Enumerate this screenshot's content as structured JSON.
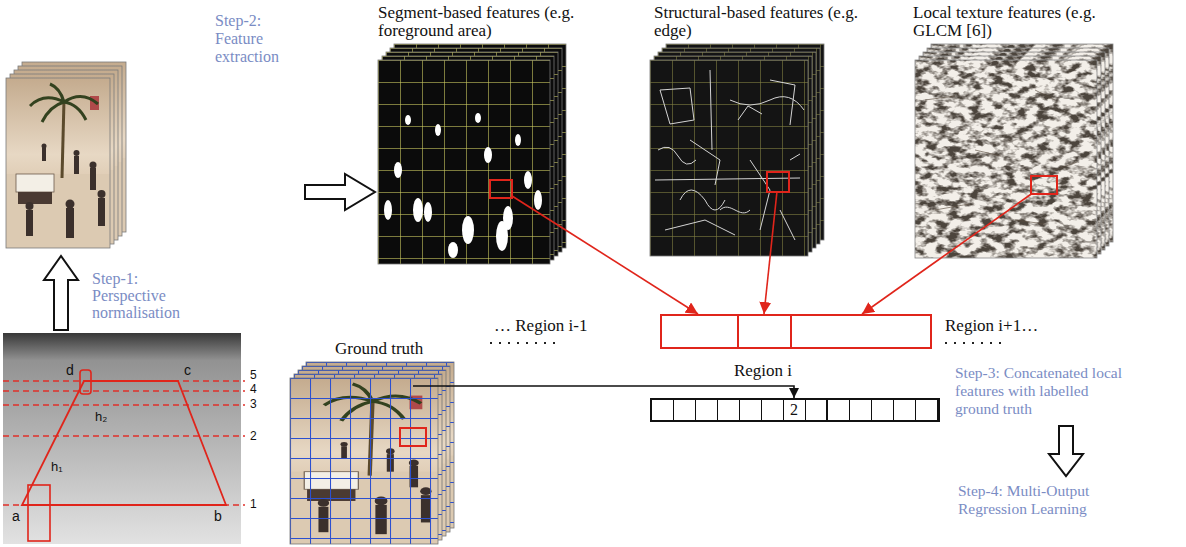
{
  "diagram": {
    "nodes": [
      {
        "text": [
          "Segment-based features (e.g. foreground area)"
        ]
      },
      {
        "text": [
          "Structural-based features (e.g. edge)"
        ]
      },
      {
        "text": [
          "Local texture features (e.g. GLCM [6])"
        ]
      },
      {
        "text": [
          "Ground truth"
        ]
      },
      {
        "text": [
          "Region i"
        ]
      },
      {
        "text": [
          "2"
        ]
      }
    ],
    "edges": [
      {
        "from": 0,
        "to": 4,
        "arrow": "to"
      },
      {
        "from": 1,
        "to": 4,
        "arrow": "to"
      },
      {
        "from": 2,
        "to": 4,
        "arrow": "to"
      },
      {
        "from": 3,
        "to": 5,
        "arrow": "to"
      }
    ],
    "labels": [
      "Step-2: Feature extraction",
      "Step-1: Perspective normalisation",
      "… Region i-1",
      "Region i+1…",
      "Step-3: Concatenated local features with labelled ground truth",
      "Step-4: Multi-Output Regression Learning",
      "a",
      "b",
      "c",
      "d",
      "h₁",
      "h₂",
      "5",
      "4",
      "3",
      "2",
      "1"
    ]
  }
}
